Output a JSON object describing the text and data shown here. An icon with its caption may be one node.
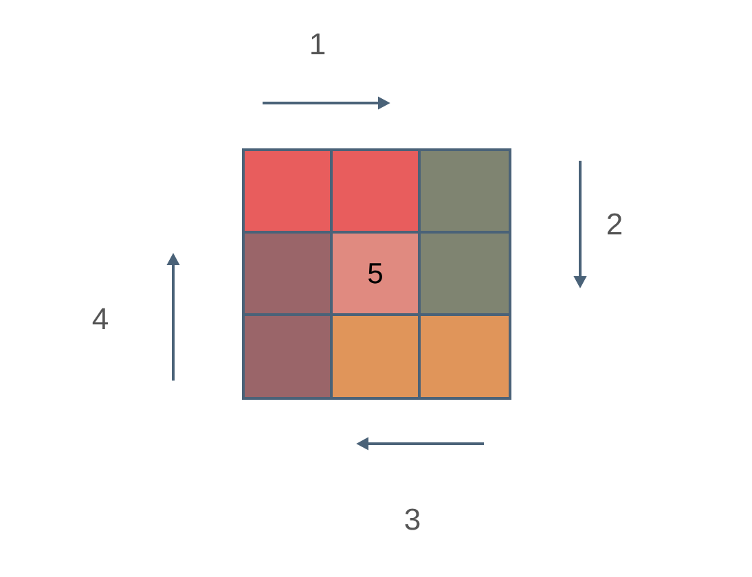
{
  "diagram": {
    "nodes": [
      {
        "text": [],
        "shape": "box"
      },
      {
        "text": [],
        "shape": "box"
      },
      {
        "text": [],
        "shape": "box"
      },
      {
        "text": [],
        "shape": "box"
      },
      {
        "text": [
          "5"
        ]
      },
      {
        "text": [],
        "shape": "box"
      },
      {
        "text": [],
        "shape": "box"
      },
      {
        "text": [],
        "shape": "box"
      },
      {
        "text": [],
        "shape": "box"
      }
    ],
    "labels": [
      "1",
      "2",
      "4",
      "3"
    ]
  }
}
